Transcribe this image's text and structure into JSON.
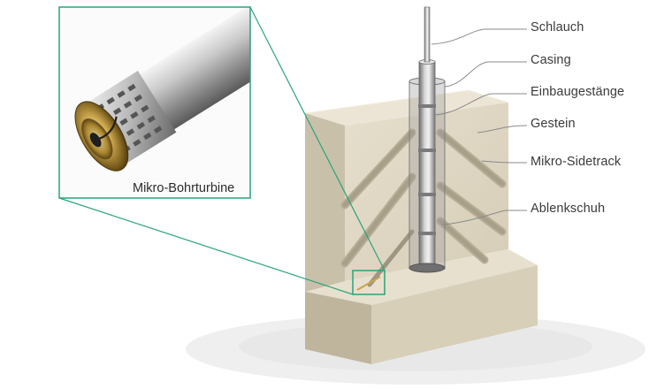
{
  "labels": {
    "schlauch": "Schlauch",
    "casing": "Casing",
    "einbaugestaenge": "Einbaugestänge",
    "gestein": "Gestein",
    "mikro_sidetrack": "Mikro-Sidetrack",
    "ablenkschuh": "Ablenkschuh",
    "mikro_bohrturbine": "Mikro-Bohrturbine"
  },
  "colors": {
    "callout_green": "#2aa37a",
    "rock_front": "#ded6c3",
    "rock_side": "#c7bea8",
    "rock_top": "#e9e2d2",
    "leader_line": "#8a8a8a"
  }
}
